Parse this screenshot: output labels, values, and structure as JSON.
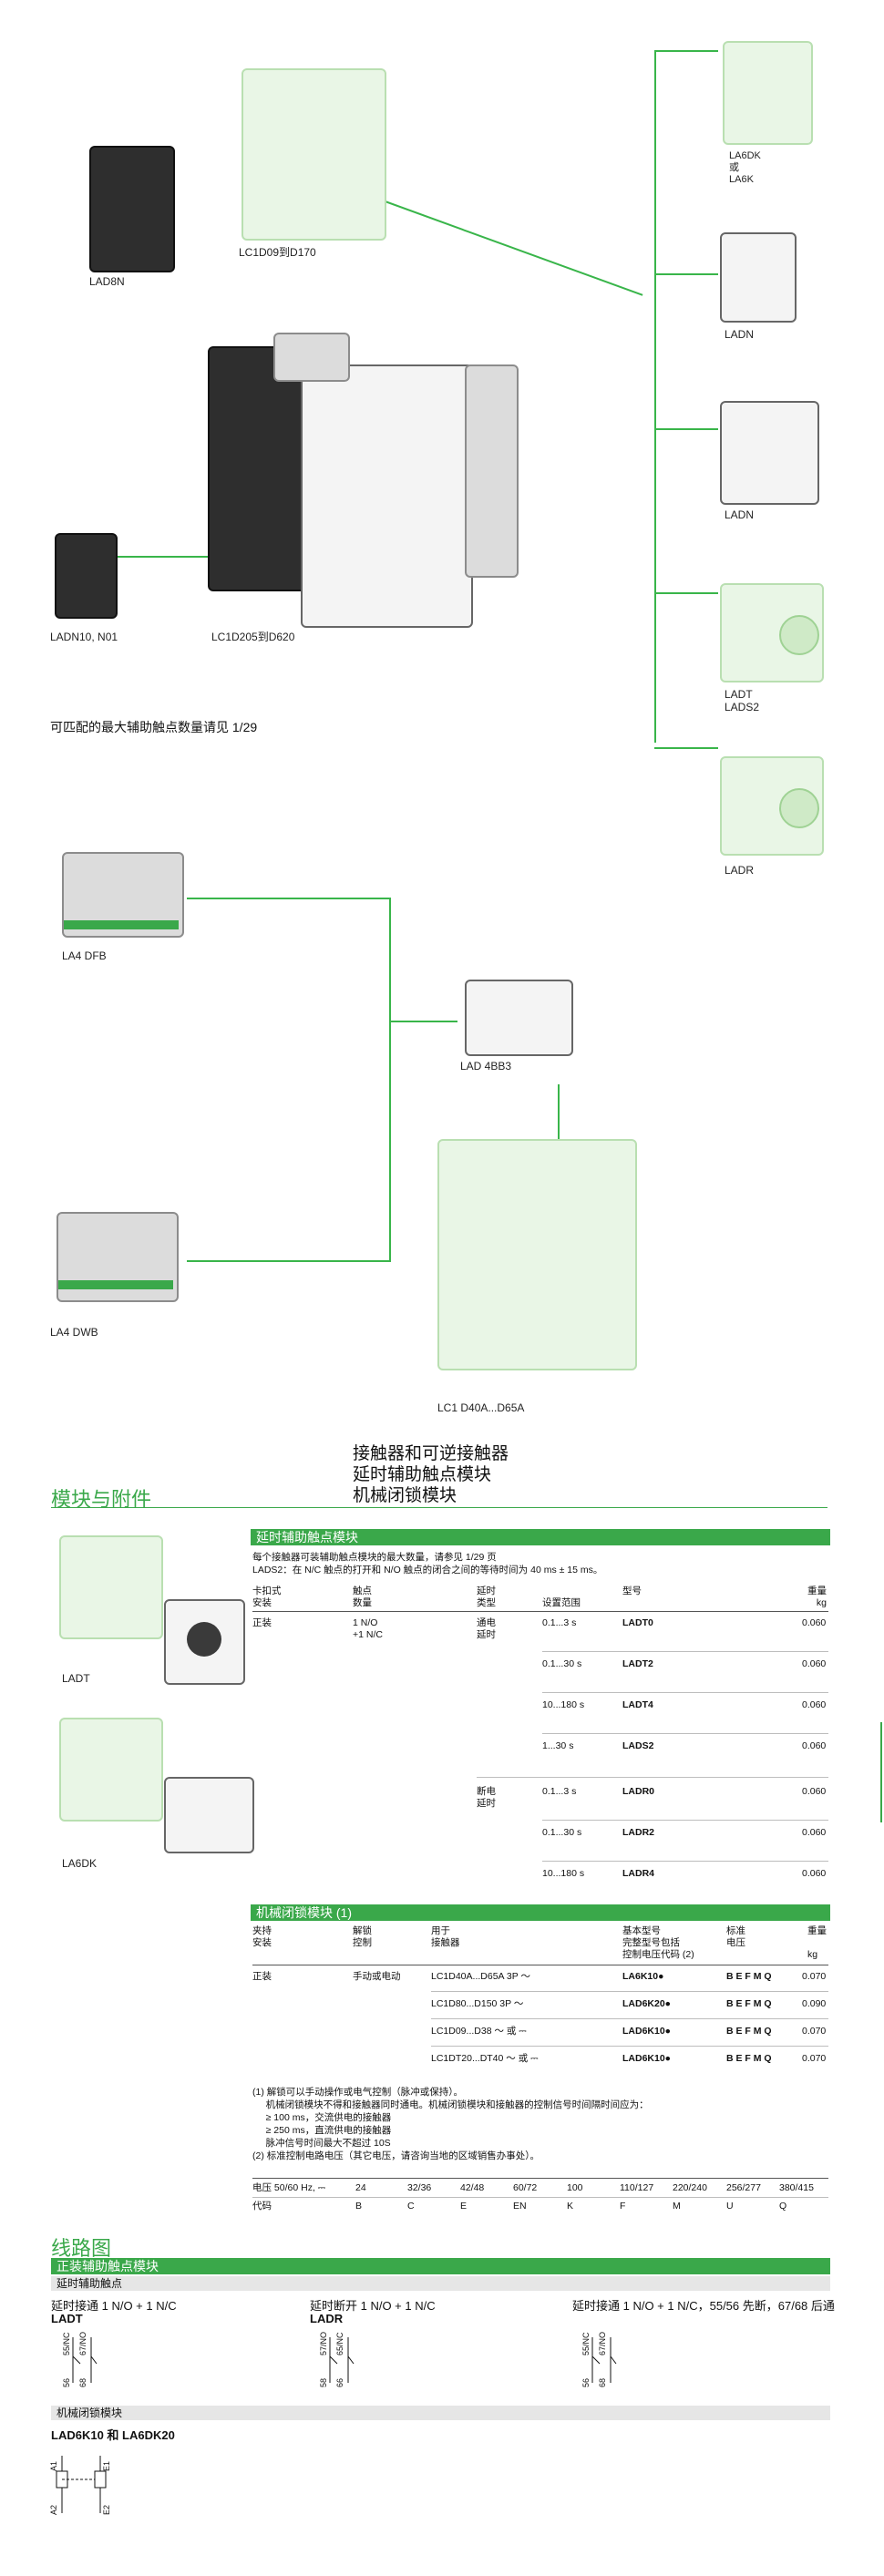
{
  "diagram_top": {
    "labels": {
      "lad8n": "LAD8N",
      "lc1d09_d170": "LC1D09到D170",
      "lc1d205_d620": "LC1D205到D620",
      "ladn10_n01": "LADN10, N01",
      "la6dk": "LA6DK\n或\nLA6K",
      "ladn1": "LADN",
      "ladn2": "LADN",
      "ladt": "LADT\nLADS2",
      "ladr": "LADR",
      "note": "可匹配的最大辅助触点数量请见 1/29"
    }
  },
  "diagram_mid": {
    "labels": {
      "la4dfb": "LA4 DFB",
      "lad4bb3": "LAD 4BB3",
      "la4dwb": "LA4 DWB",
      "lc1_d40a_d65a": "LC1 D40A...D65A"
    }
  },
  "page_header": {
    "titles": [
      "接触器和可逆接触器",
      "延时辅助触点模块",
      "机械闭锁模块"
    ],
    "section": "模块与附件"
  },
  "images": {
    "ladt_caption": "LADT",
    "la6dk_caption": "LA6DK"
  },
  "timed_module": {
    "bar_title": "延时辅助触点模块",
    "intro": [
      "每个接触器可装辅助触点模块的最大数量，请参见 1/29 页",
      "LADS2：在 N/C 触点的打开和 N/O 触点的闭合之间的等待时间为 40 ms ± 15 ms。"
    ],
    "headers": {
      "col1": "卡扣式\n安装",
      "col2": "触点\n数量",
      "col3": "延时\n类型",
      "col3b": "设置范围",
      "col4": "型号",
      "col5": "重量\nkg"
    },
    "group1": {
      "mount": "正装",
      "contacts": "1 N/O\n+1 N/C",
      "type": "通电\n延时"
    },
    "group2": {
      "type": "断电\n延时"
    },
    "rows": [
      {
        "range": "0.1...3 s",
        "ref": "LADT0",
        "weight": "0.060"
      },
      {
        "range": "0.1...30 s",
        "ref": "LADT2",
        "weight": "0.060"
      },
      {
        "range": "10...180 s",
        "ref": "LADT4",
        "weight": "0.060"
      },
      {
        "range": "1...30 s",
        "ref": "LADS2",
        "weight": "0.060"
      },
      {
        "range": "0.1...3 s",
        "ref": "LADR0",
        "weight": "0.060"
      },
      {
        "range": "0.1...30 s",
        "ref": "LADR2",
        "weight": "0.060"
      },
      {
        "range": "10...180 s",
        "ref": "LADR4",
        "weight": "0.060"
      }
    ]
  },
  "interlock_module": {
    "bar_title": "机械闭锁模块 (1)",
    "headers": {
      "col1": "夹持\n安装",
      "col2": "解锁\n控制",
      "col3": "用于\n接触器",
      "col4": "基本型号\n完整型号包括\n控制电压代码 (2)",
      "col5": "标准\n电压",
      "col6": "重量\n\nkg"
    },
    "mount": "正装",
    "control": "手动或电动",
    "rows": [
      {
        "for": "LC1D40A...D65A 3P ～",
        "ref": "LA6K10●",
        "volt": "B E F M Q",
        "weight": "0.070"
      },
      {
        "for": "LC1D80...D150 3P ～",
        "ref": "LAD6K20●",
        "volt": "B E F M Q",
        "weight": "0.090"
      },
      {
        "for": "LC1D09...D38 ～ 或 ⎓",
        "ref": "LAD6K10●",
        "volt": "B E F M Q",
        "weight": "0.070"
      },
      {
        "for": "LC1DT20...DT40 ～ 或 ⎓",
        "ref": "LAD6K10●",
        "volt": "B E F M Q",
        "weight": "0.070"
      }
    ],
    "notes": [
      "(1) 解锁可以手动操作或电气控制（脉冲或保持）。",
      "     机械闭锁模块不得和接触器同时通电。机械闭锁模块和接触器的控制信号时间隔时间应为：",
      "     ≥ 100 ms，交流供电的接触器",
      "     ≥ 250 ms，直流供电的接触器",
      "     脉冲信号时间最大不超过 10S",
      "(2) 标准控制电路电压（其它电压，请咨询当地的区域销售办事处）。"
    ]
  },
  "voltage_table": {
    "row1": [
      "电压 50/60 Hz, ⎓",
      "24",
      "32/36",
      "42/48",
      "60/72",
      "100",
      "110/127",
      "220/240",
      "256/277",
      "380/415"
    ],
    "row2": [
      "代码",
      "B",
      "C",
      "E",
      "EN",
      "K",
      "F",
      "M",
      "U",
      "Q"
    ]
  },
  "wiring": {
    "section": "线路图",
    "bar_title": "正装辅助触点模块",
    "sub_bar": "延时辅助触点",
    "items": [
      {
        "title": "延时接通 1 N/O + 1 N/C",
        "model": "LADT",
        "pins": [
          "55/NC",
          "67/NO",
          "56",
          "68"
        ]
      },
      {
        "title": "延时断开 1 N/O + 1 N/C",
        "model": "LADR",
        "pins": [
          "57/NO",
          "65/NC",
          "58",
          "66"
        ]
      },
      {
        "title": "延时接通 1 N/O + 1 N/C，55/56 先断，67/68 后通",
        "model": "",
        "pins": [
          "55/NC",
          "67/NO",
          "56",
          "68"
        ]
      }
    ],
    "interlock_bar": "机械闭锁模块",
    "interlock_model": "LAD6K10 和 LA6DK20",
    "interlock_pins": [
      "A1",
      "A2",
      "E1",
      "E2"
    ]
  }
}
